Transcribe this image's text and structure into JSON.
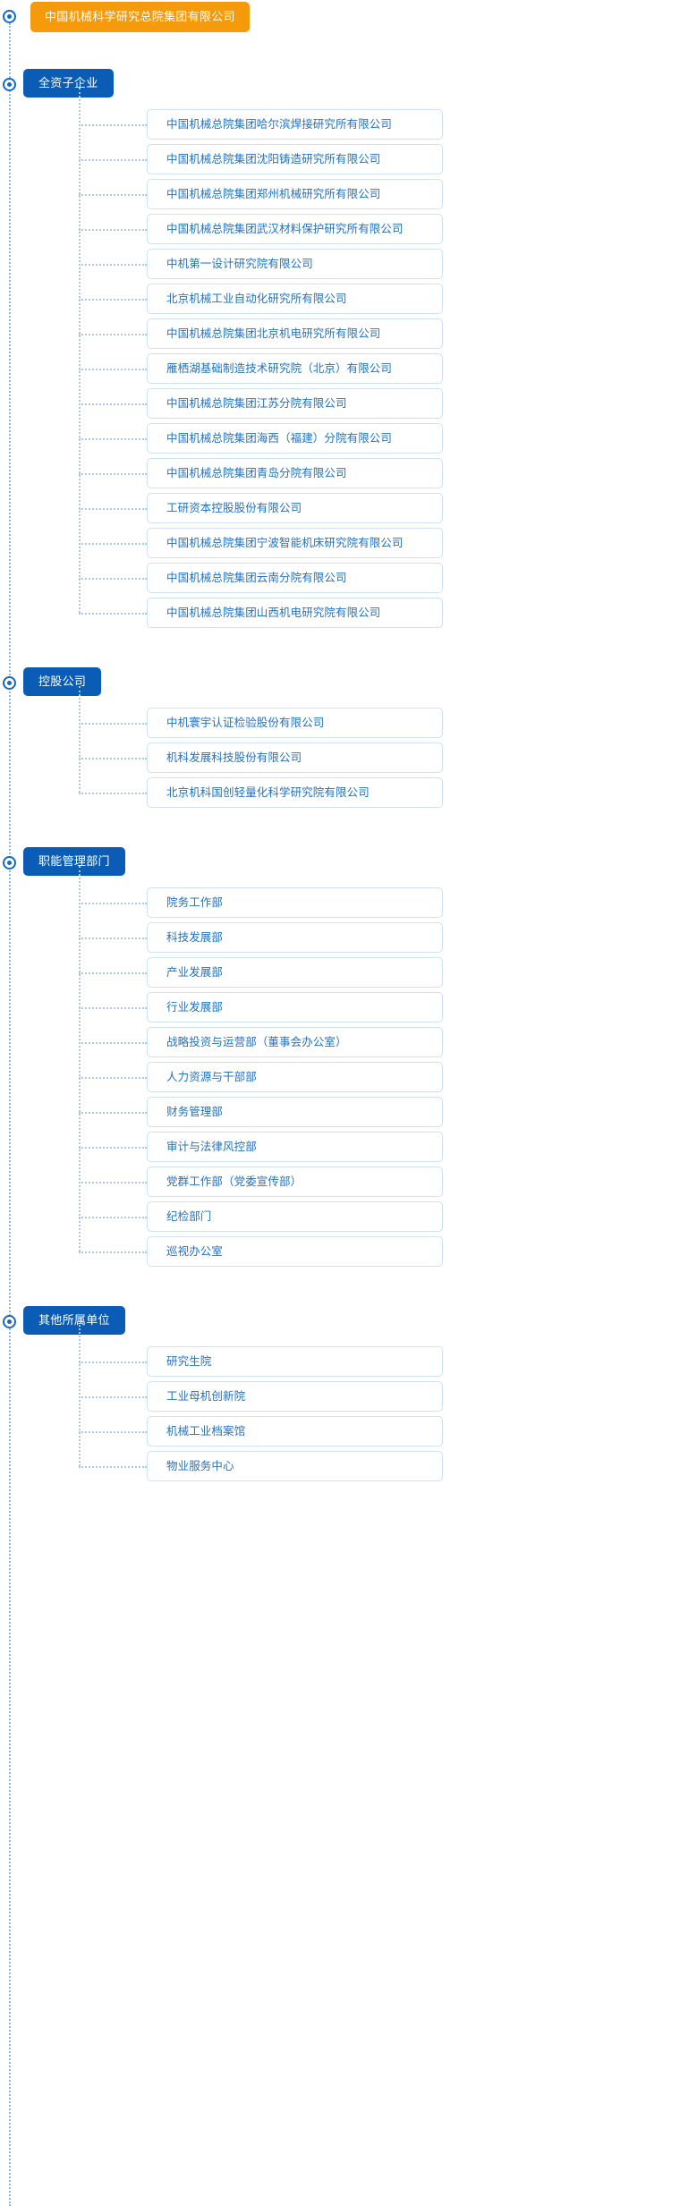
{
  "root": {
    "label": "中国机械科学研究总院集团有限公司",
    "color": "#f59a0b",
    "text_color": "#ffffff",
    "bullet_icon": "radio-dot-icon"
  },
  "theme": {
    "section_header_color": "#0b5cb5",
    "card_border_color": "#cfe0f0",
    "card_text_color": "#2272c0",
    "connector_color": "#a9c9e6",
    "bullet_color": "#1769c0",
    "background": "#ffffff"
  },
  "sections": [
    {
      "id": "wholly-owned-enterprises",
      "label": "全资子企业",
      "items": [
        {
          "label": "中国机械总院集团哈尔滨焊接研究所有限公司"
        },
        {
          "label": "中国机械总院集团沈阳铸造研究所有限公司"
        },
        {
          "label": "中国机械总院集团郑州机械研究所有限公司"
        },
        {
          "label": "中国机械总院集团武汉材料保护研究所有限公司"
        },
        {
          "label": "中机第一设计研究院有限公司"
        },
        {
          "label": "北京机械工业自动化研究所有限公司"
        },
        {
          "label": "中国机械总院集团北京机电研究所有限公司"
        },
        {
          "label": "雁栖湖基础制造技术研究院（北京）有限公司"
        },
        {
          "label": "中国机械总院集团江苏分院有限公司"
        },
        {
          "label": "中国机械总院集团海西（福建）分院有限公司"
        },
        {
          "label": "中国机械总院集团青岛分院有限公司"
        },
        {
          "label": "工研资本控股股份有限公司"
        },
        {
          "label": "中国机械总院集团宁波智能机床研究院有限公司"
        },
        {
          "label": "中国机械总院集团云南分院有限公司"
        },
        {
          "label": "中国机械总院集团山西机电研究院有限公司"
        }
      ]
    },
    {
      "id": "holding-companies",
      "label": "控股公司",
      "items": [
        {
          "label": "中机寰宇认证检验股份有限公司"
        },
        {
          "label": "机科发展科技股份有限公司"
        },
        {
          "label": "北京机科国创轻量化科学研究院有限公司"
        }
      ]
    },
    {
      "id": "functional-departments",
      "label": "职能管理部门",
      "items": [
        {
          "label": "院务工作部"
        },
        {
          "label": "科技发展部"
        },
        {
          "label": "产业发展部"
        },
        {
          "label": "行业发展部"
        },
        {
          "label": "战略投资与运营部（董事会办公室）"
        },
        {
          "label": "人力资源与干部部"
        },
        {
          "label": "财务管理部"
        },
        {
          "label": "审计与法律风控部"
        },
        {
          "label": "党群工作部（党委宣传部）"
        },
        {
          "label": "纪检部门"
        },
        {
          "label": "巡视办公室"
        }
      ]
    },
    {
      "id": "other-affiliated-units",
      "label": "其他所属单位",
      "items": [
        {
          "label": "研究生院"
        },
        {
          "label": "工业母机创新院"
        },
        {
          "label": "机械工业档案馆"
        },
        {
          "label": "物业服务中心"
        }
      ]
    }
  ]
}
